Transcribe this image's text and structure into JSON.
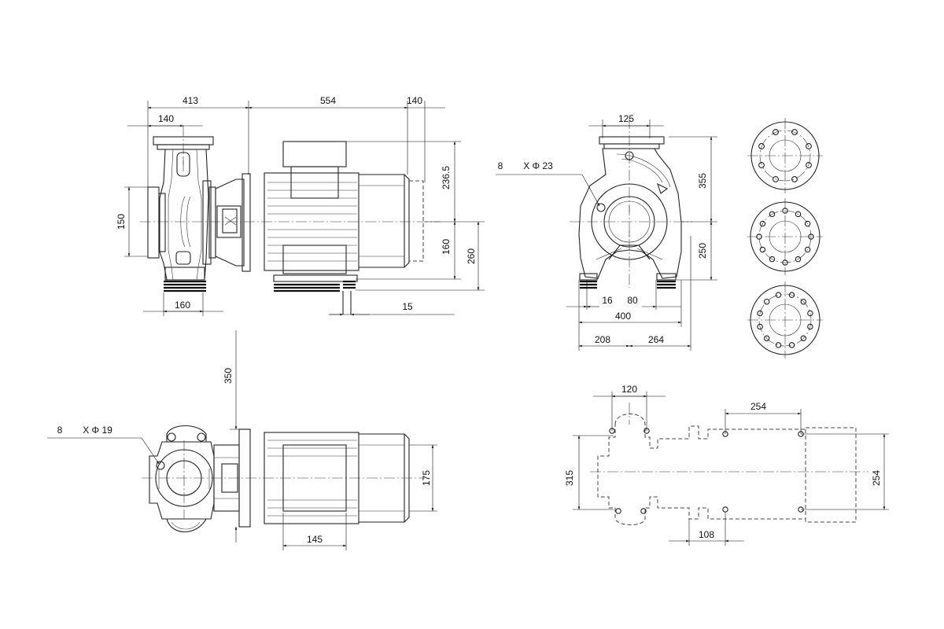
{
  "dimensions": {
    "side": {
      "d413": "413",
      "d554": "554",
      "d140_top": "140",
      "d140": "140",
      "d236_5": "236.5",
      "d150": "150",
      "d160_v": "160",
      "d260": "260",
      "d160_h": "160",
      "d15": "15"
    },
    "front": {
      "bolt_count": "8",
      "bolt_size": "X Φ 23",
      "d125": "125",
      "d355": "355",
      "d250": "250",
      "d16": "16",
      "d80": "80",
      "d400": "400",
      "d208": "208",
      "d264": "264"
    },
    "top": {
      "d350": "350",
      "bolt_count": "8",
      "bolt_size": "X Φ 19",
      "d175": "175",
      "d145": "145"
    },
    "footprint": {
      "d120": "120",
      "d254_top": "254",
      "d315": "315",
      "d254_right": "254",
      "d108": "108"
    }
  }
}
